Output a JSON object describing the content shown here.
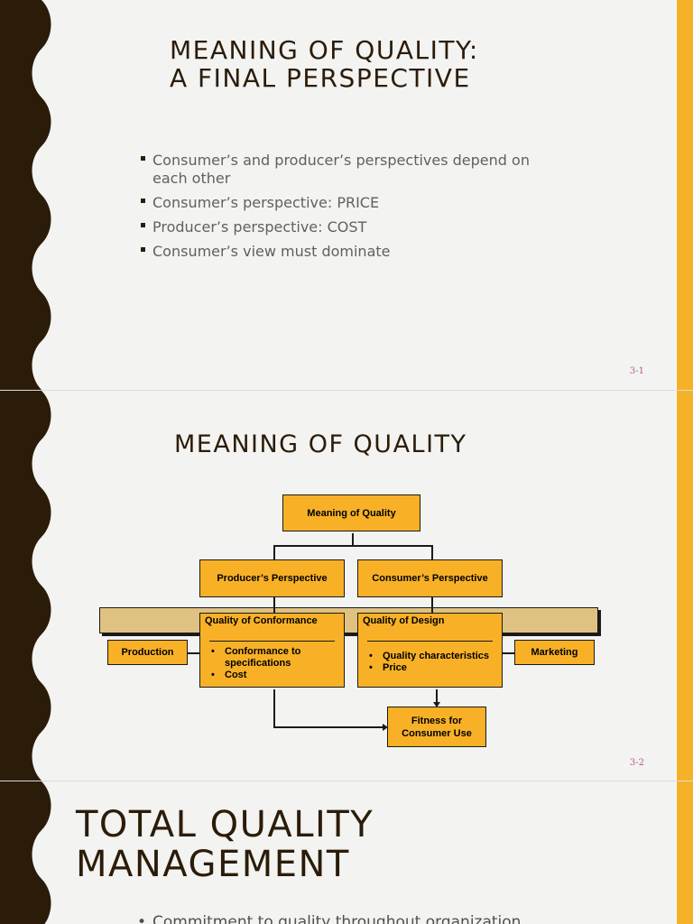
{
  "slide1": {
    "title_line1": "MEANING OF QUALITY:",
    "title_line2": "A FINAL PERSPECTIVE",
    "bullets": [
      "Consumer’s and  producer’s perspectives depend on each other",
      "Consumer’s perspective: PRICE",
      "Producer’s perspective: COST",
      "Consumer’s view must dominate"
    ],
    "page_number": "3-1"
  },
  "slide2": {
    "title": "MEANING OF QUALITY",
    "diagram": {
      "root": "Meaning of Quality",
      "producer": "Producer’s Perspective",
      "consumer": "Consumer’s Perspective",
      "conformance": {
        "title": "Quality of  Conformance",
        "items": [
          "Conformance to specifications",
          "Cost"
        ]
      },
      "design": {
        "title": "Quality of Design",
        "items": [
          "Quality characteristics",
          "Price"
        ]
      },
      "production": "Production",
      "marketing": "Marketing",
      "fitness": "Fitness for Consumer Use"
    },
    "page_number": "3-2"
  },
  "slide3": {
    "title_line1": "TOTAL QUALITY",
    "title_line2": "MANAGEMENT",
    "bullet": "Commitment to quality throughout  organization"
  },
  "colors": {
    "dark_brown": "#2b1c09",
    "accent_orange": "#f5b228",
    "box_fill": "#f8b126",
    "band_fill": "#dfc182",
    "background": "#f3f3f1"
  }
}
